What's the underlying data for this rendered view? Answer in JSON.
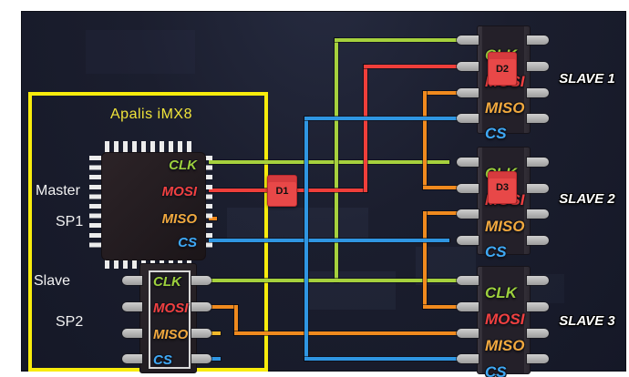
{
  "board": {
    "title": "Apalis iMX8",
    "port1_role": "Master",
    "port1_name": "SP1",
    "port2_role": "Slave",
    "port2_name": "SP2"
  },
  "signals": [
    {
      "id": "clk",
      "label": "CLK"
    },
    {
      "id": "mosi",
      "label": "MOSI"
    },
    {
      "id": "miso",
      "label": "MISO"
    },
    {
      "id": "cs",
      "label": "CS"
    }
  ],
  "slaves": [
    {
      "label": "SLAVE 1"
    },
    {
      "label": "SLAVE 2"
    },
    {
      "label": "SLAVE 3"
    }
  ],
  "markers": {
    "d1": "D1",
    "d2": "D2",
    "d3": "D3"
  },
  "colors": {
    "clk": "#a6d13d",
    "mosi": "#ef3e3a",
    "miso": "#f08a1e",
    "cs": "#2f96e2",
    "clk_label": "#9dd03c",
    "mosi_label": "#f04040",
    "miso_label": "#f2a93e",
    "cs_label": "#3fa9f5",
    "board_outline": "#f8ec0c",
    "marker_bg": "#e84848",
    "title": "#f0e43a"
  }
}
